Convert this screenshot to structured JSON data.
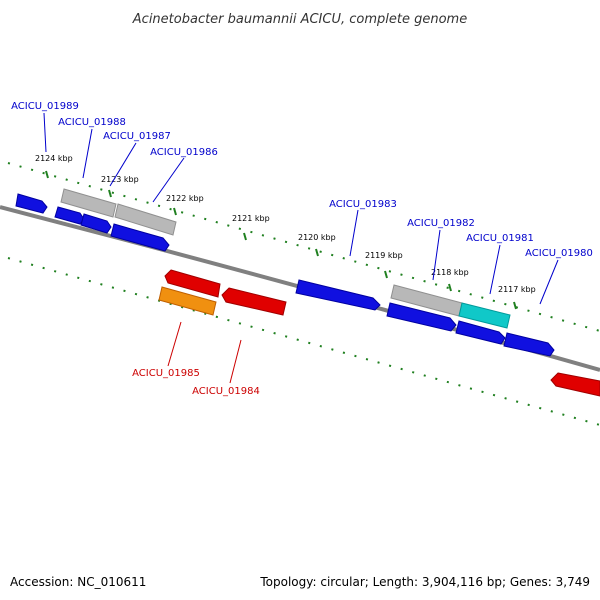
{
  "title": "Acinetobacter baumannii ACICU, complete genome",
  "footer": {
    "accession": "Accession: NC_010611",
    "summary": "Topology: circular; Length: 3,904,116 bp; Genes: 3,749"
  },
  "colors": {
    "forward_gene": "#1010e0",
    "reverse_gene": "#e00000",
    "hypothetical": "#b8b8b8",
    "highlight_cyan": "#10c8c8",
    "highlight_orange": "#f09010",
    "backbone": "#808080",
    "ticks": "#208020",
    "forward_label": "#0000cc",
    "reverse_label": "#cc0000"
  },
  "kbp_labels": [
    "2124 kbp",
    "2123 kbp",
    "2122 kbp",
    "2121 kbp",
    "2120 kbp",
    "2119 kbp",
    "2118 kbp",
    "2117 kbp"
  ],
  "forward_labels": [
    "ACICU_01989",
    "ACICU_01988",
    "ACICU_01987",
    "ACICU_01986",
    "ACICU_01983",
    "ACICU_01982",
    "ACICU_01981",
    "ACICU_01980"
  ],
  "reverse_labels": [
    "ACICU_01985",
    "ACICU_01984"
  ]
}
